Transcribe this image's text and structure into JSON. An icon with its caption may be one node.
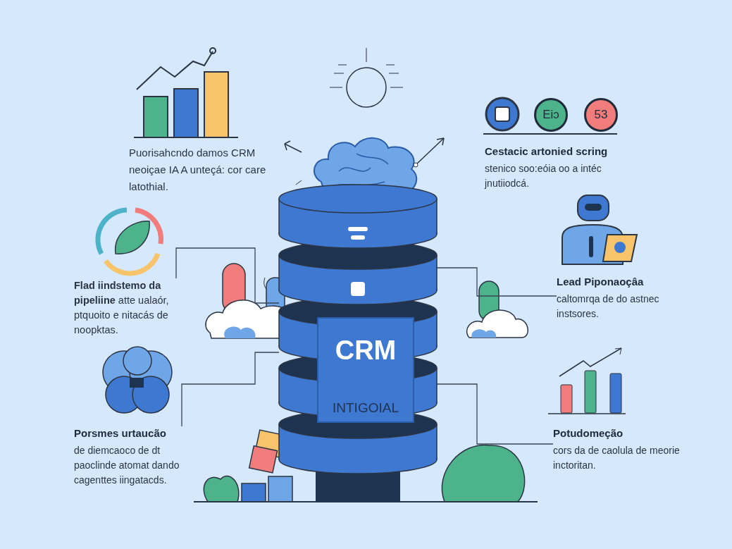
{
  "diagram": {
    "nodes": [
      {
        "text": [
          "CRM",
          "INTIGOIAL"
        ]
      },
      {
        "text": [
          "Puorisahcndo damos CRM neoiçae IA A unteçá: cor care latothial."
        ]
      },
      {
        "text": [
          "Cestacic artonied scring",
          "stenico soo:eóia oo a intéc jnutiiodcá."
        ]
      },
      {
        "text": [
          "**Flad iindstemo da pipeliine** atte ualaór, ptquoito e nitacás de noopktas."
        ]
      },
      {
        "text": [
          "Lead Piponaoçâa",
          "caltomrqa de do astnec instsores."
        ]
      },
      {
        "text": [
          "Porsmes urtaucão",
          "de diemcaoco de dt paoclinde atomat dando cagenttes iingatacds."
        ]
      },
      {
        "text": [
          "Potudomeção",
          "cors da de caolula de meorie inctoritan."
        ]
      }
    ],
    "edges": [
      {
        "from": 3,
        "to": 0,
        "arrow": "none"
      },
      {
        "from": 5,
        "to": 0,
        "arrow": "none"
      },
      {
        "from": 4,
        "to": 0,
        "arrow": "none"
      },
      {
        "from": 6,
        "to": 0,
        "arrow": "none"
      }
    ],
    "labels": [
      "Eiɔ",
      "53"
    ]
  }
}
